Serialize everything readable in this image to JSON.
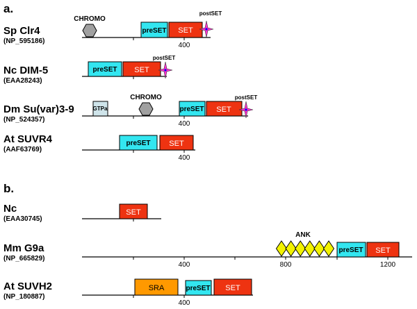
{
  "panels": [
    {
      "label": "a.",
      "proteins": [
        {
          "name": "Sp Clr4",
          "accession": "(NP_595186)",
          "tick_labels": [
            "400"
          ],
          "domains": [
            {
              "type": "preSET",
              "label": "preSET",
              "color": "#33e6f0"
            },
            {
              "type": "SET",
              "label": "SET",
              "color": "#ee3311"
            }
          ],
          "motifs": [
            {
              "type": "CHROMO",
              "label": "CHROMO"
            },
            {
              "type": "postSET",
              "label": "postSET"
            }
          ]
        },
        {
          "name": "Nc DIM-5",
          "accession": "(EAA28243)",
          "tick_labels": [],
          "domains": [
            {
              "type": "preSET",
              "label": "preSET",
              "color": "#33e6f0"
            },
            {
              "type": "SET",
              "label": "SET",
              "color": "#ee3311"
            }
          ],
          "motifs": [
            {
              "type": "postSET",
              "label": "postSET"
            }
          ]
        },
        {
          "name": "Dm Su(var)3-9",
          "accession": "(NP_524357)",
          "tick_labels": [
            "400"
          ],
          "domains": [
            {
              "type": "GTPase",
              "label": "GTPa",
              "color": "#cfe4ea"
            },
            {
              "type": "preSET",
              "label": "preSET",
              "color": "#33e6f0"
            },
            {
              "type": "SET",
              "label": "SET",
              "color": "#ee3311"
            }
          ],
          "motifs": [
            {
              "type": "CHROMO",
              "label": "CHROMO"
            },
            {
              "type": "postSET",
              "label": "postSET"
            }
          ]
        },
        {
          "name": "At SUVR4",
          "accession": "(AAF63769)",
          "tick_labels": [
            "400"
          ],
          "domains": [
            {
              "type": "preSET",
              "label": "preSET",
              "color": "#33e6f0"
            },
            {
              "type": "SET",
              "label": "SET",
              "color": "#ee3311"
            }
          ],
          "motifs": []
        }
      ]
    },
    {
      "label": "b.",
      "proteins": [
        {
          "name": "Nc",
          "accession": "(EAA30745)",
          "tick_labels": [],
          "domains": [
            {
              "type": "SET",
              "label": "SET",
              "color": "#ee3311"
            }
          ],
          "motifs": []
        },
        {
          "name": "Mm G9a",
          "accession": "(NP_665829)",
          "tick_labels": [
            "400",
            "800",
            "1200"
          ],
          "domains": [
            {
              "type": "preSET",
              "label": "preSET",
              "color": "#33e6f0"
            },
            {
              "type": "SET",
              "label": "SET",
              "color": "#ee3311"
            }
          ],
          "motifs": [
            {
              "type": "ANK",
              "label": "ANK",
              "count": 6,
              "color": "#f2f200"
            }
          ]
        },
        {
          "name": "At SUVH2",
          "accession": "(NP_180887)",
          "tick_labels": [
            "400"
          ],
          "domains": [
            {
              "type": "SRA",
              "label": "SRA",
              "color": "#ff9900"
            },
            {
              "type": "preSET",
              "label": "preSET",
              "color": "#33e6f0"
            },
            {
              "type": "SET",
              "label": "SET",
              "color": "#ee3311"
            }
          ],
          "motifs": []
        }
      ]
    }
  ],
  "colors": {
    "chromo": "#a0a0a0",
    "postset": "#ff33cc",
    "postset_center": "#0000ff",
    "backbone": "#000000"
  }
}
